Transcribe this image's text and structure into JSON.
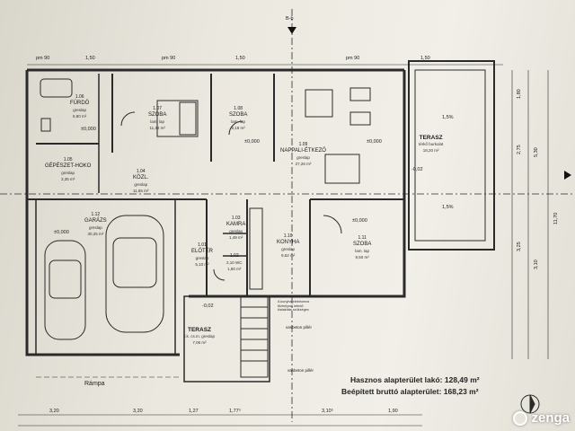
{
  "rooms": [
    {
      "number": "1.06",
      "name": "FÜRDŐ",
      "floor": "greslap",
      "area": "6,80 m²"
    },
    {
      "number": "1.07",
      "name": "SZOBA",
      "floor": "lam. lap",
      "area": "11,34 m²"
    },
    {
      "number": "1.08",
      "name": "SZOBA",
      "floor": "lam. lap",
      "area": "9,18 m²"
    },
    {
      "number": "1.05",
      "name": "GÉPÉSZET-HOKO",
      "floor": "greslap",
      "area": "3,35 m²"
    },
    {
      "number": "1.04",
      "name": "KÖZL.",
      "floor": "greslap",
      "area": "11,65 m²"
    },
    {
      "number": "1.09",
      "name": "NAPPALI-ÉTKEZŐ",
      "floor": "greslap",
      "area": "27,26 m²"
    },
    {
      "number": "",
      "name": "TERASZ",
      "floor": "térkő burkolat",
      "area": "18,20 m²"
    },
    {
      "number": "1.12",
      "name": "GARÁZS",
      "floor": "greslap",
      "area": "30,25 m²"
    },
    {
      "number": "1.03",
      "name": "KAMRA",
      "floor": "greslap",
      "area": "1,49 m²"
    },
    {
      "number": "1.01",
      "name": "ELŐTÉR",
      "floor": "greslap",
      "area": "5,10 m²"
    },
    {
      "number": "1.02",
      "name": "",
      "floor": "2,10 WC",
      "area": "1,80 m²"
    },
    {
      "number": "1.10",
      "name": "KONYHA",
      "floor": "greslap",
      "area": "9,62 m²"
    },
    {
      "number": "1.11",
      "name": "SZOBA",
      "floor": "lam. lap",
      "area": "9,50 m²"
    },
    {
      "number": "",
      "name": "TERASZ",
      "floor": "t.k. cs.m. greslap",
      "area": "7,06 m²"
    }
  ],
  "annotations": {
    "level_zero": "±0,000",
    "level_terrace": "-0,02",
    "slope": "1,5%",
    "section_b": "B-b",
    "ramp": "Rámpa",
    "pillar": "vasbeton pillér",
    "kitchen_note": [
      "A konyha elektromos",
      "tűzhelynél lefedő",
      "kialakítás szükséges"
    ]
  },
  "dimensions": {
    "top": [
      "pm 90",
      "1,50",
      "pm 90",
      "1,50",
      "pm 90",
      "1,50"
    ],
    "bottom": [
      "3,20",
      "3,20",
      "1,27",
      "1,77⁵",
      "3,10⁵",
      "1,90"
    ],
    "right": [
      "1,80",
      "2,75",
      "3,25",
      "5,30",
      "3,10",
      "11,70"
    ]
  },
  "summary": {
    "net_area": "Hasznos alapterület lakó: 128,49 m²",
    "gross_area": "Beépített bruttó alapterület: 168,23 m²"
  },
  "watermark": "zenga"
}
